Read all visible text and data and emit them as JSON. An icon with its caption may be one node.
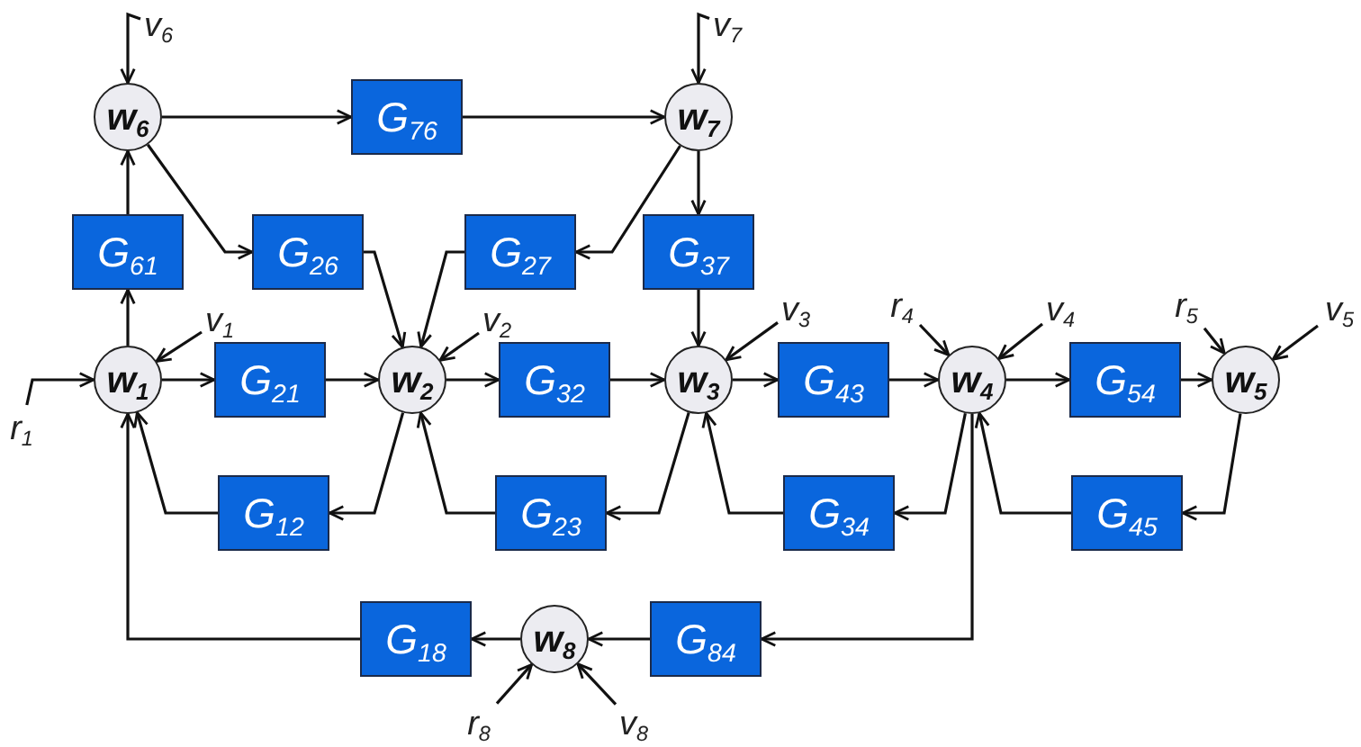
{
  "diagram": {
    "nodes": [
      {
        "text": [
          "v$_{6}$"
        ]
      },
      {
        "text": [
          "v$_{7}$"
        ]
      },
      {
        "text": [
          "w$_{6}$"
        ]
      },
      {
        "text": [
          "G$_{76}$"
        ]
      },
      {
        "text": [
          "w$_{7}$"
        ]
      },
      {
        "text": [
          "G$_{61}$"
        ]
      },
      {
        "text": [
          "G$_{26}$"
        ]
      },
      {
        "text": [
          "G$_{27}$"
        ]
      },
      {
        "text": [
          "G$_{37}$"
        ]
      },
      {
        "text": [
          "v$_{1}$"
        ]
      },
      {
        "text": [
          "v$_{2}$"
        ]
      },
      {
        "text": [
          "v$_{3}$"
        ]
      },
      {
        "text": [
          "r$_{4}$"
        ]
      },
      {
        "text": [
          "v$_{4}$"
        ]
      },
      {
        "text": [
          "r$_{5}$"
        ]
      },
      {
        "text": [
          "v$_{5}$"
        ]
      },
      {
        "text": [
          "r$_{1}$"
        ]
      },
      {
        "text": [
          "w$_{1}$"
        ]
      },
      {
        "text": [
          "G$_{21}$"
        ]
      },
      {
        "text": [
          "w$_{2}$"
        ]
      },
      {
        "text": [
          "G$_{32}$"
        ]
      },
      {
        "text": [
          "w$_{3}$"
        ]
      },
      {
        "text": [
          "G$_{43}$"
        ]
      },
      {
        "text": [
          "w$_{4}$"
        ]
      },
      {
        "text": [
          "G$_{54}$"
        ]
      },
      {
        "text": [
          "w$_{5}$"
        ]
      },
      {
        "text": [
          "G$_{12}$"
        ]
      },
      {
        "text": [
          "G$_{23}$"
        ]
      },
      {
        "text": [
          "G$_{34}$"
        ]
      },
      {
        "text": [
          "G$_{45}$"
        ]
      },
      {
        "text": [
          "G$_{18}$"
        ]
      },
      {
        "text": [
          "w$_{8}$"
        ]
      },
      {
        "text": [
          "G$_{84}$"
        ]
      },
      {
        "text": [
          "r$_{8}$"
        ]
      },
      {
        "text": [
          "v$_{8}$"
        ]
      }
    ],
    "edges": [
      {
        "from": 0,
        "to": 2,
        "arrow": "to"
      },
      {
        "from": 1,
        "to": 4,
        "arrow": "to"
      },
      {
        "from": 2,
        "to": 3,
        "arrow": "to"
      },
      {
        "from": 3,
        "to": 4,
        "arrow": "to"
      },
      {
        "from": 2,
        "to": 6,
        "arrow": "to"
      },
      {
        "from": 6,
        "to": 19,
        "arrow": "to"
      },
      {
        "from": 4,
        "to": 7,
        "arrow": "to"
      },
      {
        "from": 7,
        "to": 19,
        "arrow": "to"
      },
      {
        "from": 4,
        "to": 8,
        "arrow": "to"
      },
      {
        "from": 8,
        "to": 21,
        "arrow": "to"
      },
      {
        "from": 17,
        "to": 5,
        "arrow": "to"
      },
      {
        "from": 5,
        "to": 2,
        "arrow": "to"
      },
      {
        "from": 16,
        "to": 17,
        "arrow": "to"
      },
      {
        "from": 9,
        "to": 17,
        "arrow": "to"
      },
      {
        "from": 17,
        "to": 18,
        "arrow": "to"
      },
      {
        "from": 18,
        "to": 19,
        "arrow": "to"
      },
      {
        "from": 10,
        "to": 19,
        "arrow": "to"
      },
      {
        "from": 19,
        "to": 20,
        "arrow": "to"
      },
      {
        "from": 20,
        "to": 21,
        "arrow": "to"
      },
      {
        "from": 11,
        "to": 21,
        "arrow": "to"
      },
      {
        "from": 21,
        "to": 22,
        "arrow": "to"
      },
      {
        "from": 22,
        "to": 23,
        "arrow": "to"
      },
      {
        "from": 12,
        "to": 23,
        "arrow": "to"
      },
      {
        "from": 13,
        "to": 23,
        "arrow": "to"
      },
      {
        "from": 23,
        "to": 24,
        "arrow": "to"
      },
      {
        "from": 24,
        "to": 25,
        "arrow": "to"
      },
      {
        "from": 14,
        "to": 25,
        "arrow": "to"
      },
      {
        "from": 15,
        "to": 25,
        "arrow": "to"
      },
      {
        "from": 19,
        "to": 26,
        "arrow": "to"
      },
      {
        "from": 26,
        "to": 17,
        "arrow": "to"
      },
      {
        "from": 21,
        "to": 27,
        "arrow": "to"
      },
      {
        "from": 27,
        "to": 19,
        "arrow": "to"
      },
      {
        "from": 23,
        "to": 28,
        "arrow": "to"
      },
      {
        "from": 28,
        "to": 21,
        "arrow": "to"
      },
      {
        "from": 25,
        "to": 29,
        "arrow": "to"
      },
      {
        "from": 29,
        "to": 23,
        "arrow": "to"
      },
      {
        "from": 23,
        "to": 32,
        "arrow": "to"
      },
      {
        "from": 32,
        "to": 31,
        "arrow": "to"
      },
      {
        "from": 31,
        "to": 30,
        "arrow": "to"
      },
      {
        "from": 30,
        "to": 17,
        "arrow": "to"
      },
      {
        "from": 33,
        "to": 31,
        "arrow": "to"
      },
      {
        "from": 34,
        "to": 31,
        "arrow": "to"
      }
    ]
  }
}
